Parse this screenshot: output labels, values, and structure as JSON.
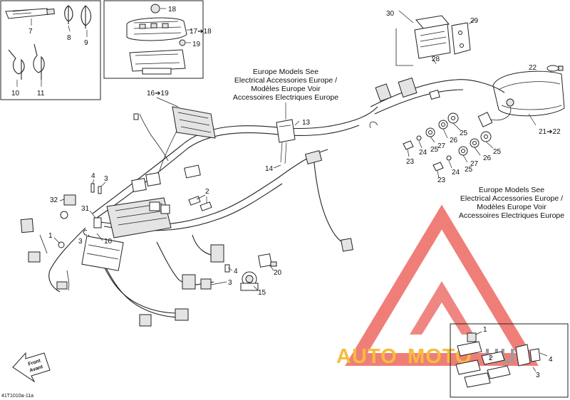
{
  "labels": {
    "p7": "7",
    "p8": "8",
    "p9": "9",
    "p10": "10",
    "p11": "11",
    "p18": "18",
    "p17_18": "17➔18",
    "p19": "19",
    "p16_19": "16➔19",
    "p30": "30",
    "p29": "29",
    "p28": "28",
    "p22": "22",
    "p21_22": "21➔22",
    "p13": "13",
    "p14": "14",
    "p4a": "4",
    "p3a": "3",
    "p2a": "2",
    "p32": "32",
    "p31": "31",
    "p3b": "3",
    "p10b": "10",
    "p1a": "1",
    "p4b": "4",
    "p3c": "3",
    "p20": "20",
    "p15": "15",
    "p25a": "25",
    "p26a": "26",
    "p27a": "27",
    "p25b": "25",
    "p24a": "24",
    "p23a": "23",
    "p25c": "25",
    "p26b": "26",
    "p27b": "27",
    "p25d": "25",
    "p24b": "24",
    "p23b": "23",
    "inset1": "1",
    "inset2": "2",
    "inset3": "3",
    "inset4": "4"
  },
  "notes": {
    "europe_top": [
      "Europe Models See",
      "Electrical Accessories Europe /",
      "Modèles Europe Voir",
      "Accessoires Electriques Europe"
    ],
    "europe_right": [
      "Europe Models See",
      "Electrical Accessories Europe /",
      "Modèles Europe Voir",
      "Accessoires Electriques Europe"
    ]
  },
  "front_arrow": {
    "line1": "Front",
    "line2": "Avant"
  },
  "drawing_ref": "41T1010a-11a",
  "watermark": {
    "text_auto": "AUTO",
    "text_moto": "MOTO",
    "text_hub": "HUB",
    "color_red": "#e8423a",
    "color_yellow": "#f5b21b",
    "color_gray": "#8a8d90"
  }
}
